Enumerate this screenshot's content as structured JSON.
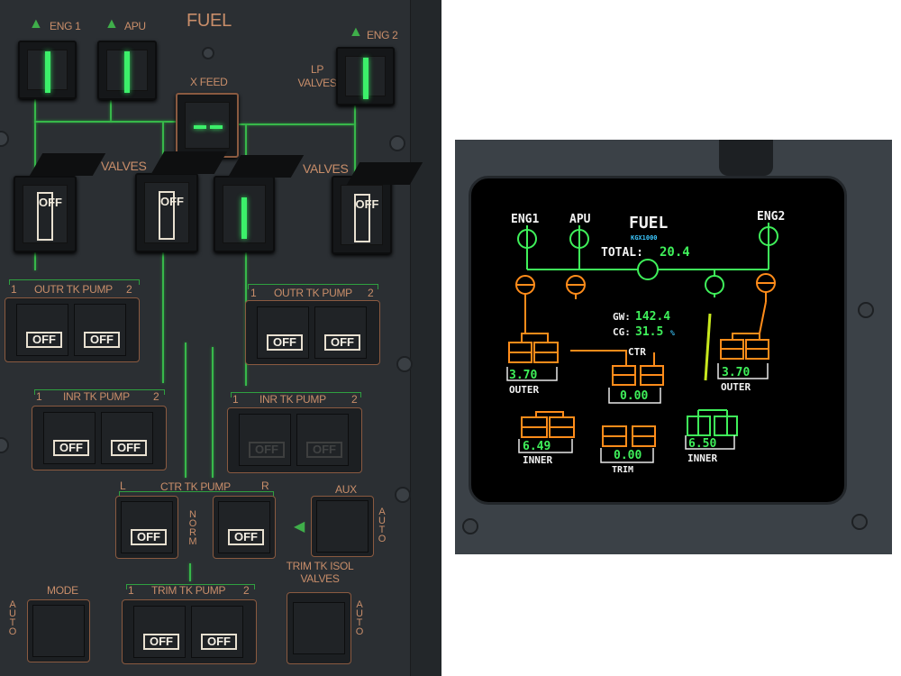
{
  "overhead": {
    "title": "FUEL",
    "eng1": "ENG 1",
    "apu": "APU",
    "eng2": "ENG 2",
    "lp_valves": "LP VALVES",
    "x_feed": "X FEED",
    "valves_left": "VALVES",
    "valves_right": "VALVES",
    "off": "OFF",
    "outr_left": {
      "n1": "1",
      "label": "OUTR TK PUMP",
      "n2": "2"
    },
    "outr_right": {
      "n1": "1",
      "label": "OUTR TK PUMP",
      "n2": "2"
    },
    "inr_left": {
      "n1": "1",
      "label": "INR TK PUMP",
      "n2": "2"
    },
    "inr_right": {
      "n1": "1",
      "label": "INR TK PUMP",
      "n2": "2"
    },
    "ctr": {
      "l": "L",
      "label": "CTR TK PUMP",
      "r": "R",
      "norm": "NORM"
    },
    "aux": "AUX",
    "auto": "AUTO",
    "trim": {
      "n1": "1",
      "label": "TRIM TK PUMP",
      "n2": "2"
    },
    "mode": "MODE",
    "trim_isol": "TRIM TK ISOL VALVES",
    "colors": {
      "green": "#3cf06a",
      "amber_label": "#c98e6a"
    }
  },
  "ecam": {
    "title": "FUEL",
    "unit": "KGX1000",
    "eng1": "ENG1",
    "apu": "APU",
    "eng2": "ENG2",
    "total_label": "TOTAL:",
    "total": "20.4",
    "gw_label": "GW:",
    "gw": "142.4",
    "cg_label": "CG:",
    "cg": "31.5",
    "cg_unit": "%",
    "ctr_label": "CTR",
    "left_outer": {
      "value": "3.70",
      "label": "OUTER"
    },
    "right_outer": {
      "value": "3.70",
      "label": "OUTER"
    },
    "center": {
      "value": "0.00"
    },
    "left_inner": {
      "value": "6.49",
      "label": "INNER"
    },
    "trim": {
      "value": "0.00",
      "label": "TRIM"
    },
    "right_inner": {
      "value": "6.50",
      "label": "INNER"
    },
    "colors": {
      "green": "#3ff05a",
      "amber": "#ff8c1a",
      "white": "#f2f2f2",
      "cyan": "#3cc8ff",
      "lime": "#c8e81e"
    }
  }
}
